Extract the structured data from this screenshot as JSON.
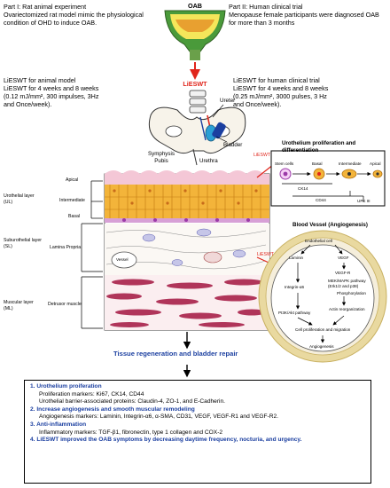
{
  "part1": {
    "title": "Part I: Rat animal experiment",
    "desc": "Ovariectomized rat model mimic the physiological condition of OHD to induce OAB."
  },
  "part2": {
    "title": "Part II: Human clinical trial",
    "desc": "Menopause female participants were diagnosed OAB for more than 3 months"
  },
  "oab_label": "OAB",
  "lieswt_center": "LiESWT",
  "animal_protocol": {
    "line1": "LiESWT for animal model",
    "line2": "LiESWT for 4 weeks and 8 weeks",
    "line3": "(0.12 mJ/mm², 300 impulses, 3Hz",
    "line4": "and Once/week)."
  },
  "human_protocol": {
    "line1": "LiESWT for human clinical trial",
    "line2": "LiESWT for 4 weeks and 8 weeks",
    "line3": "(0.25 mJ/mm², 3000 pulses, 3 Hz",
    "line4": "and Once/week)."
  },
  "anatomy": {
    "ureter": "Ureter",
    "bladder": "Bladder",
    "symphysis": "Symphysis",
    "pubis": "Pubis",
    "urethra": "Urethra"
  },
  "layers": {
    "apical": "Apical",
    "intermediate": "Intermediate",
    "basal": "Basal",
    "urothelial": "Urothelial layer",
    "ul": "(UL)",
    "suburothelial": "Suburothelial layer",
    "sl": "(SL)",
    "lamina": "Lamina Propria",
    "muscular": "Muscular layer",
    "ml": "(ML)",
    "detrusor": "Detrusor muscle",
    "vessel": "Vessel"
  },
  "urothelium_panel": {
    "title": "Urothelium proliferation and differentiation",
    "lieswt": "LiESWT",
    "stem": "Stem cells",
    "basal": "Basal",
    "intermediate": "Intermediate",
    "apical": "Apical",
    "ck14": "CK14",
    "cd44": "CD44",
    "upk": "UPK III"
  },
  "vessel_panel": {
    "title": "Blood Vessel (Angiogenesis)",
    "lieswt": "LiESWT",
    "endothelial": "Endothelial cell",
    "laminin": "Laminin",
    "vegf": "VEGF",
    "vegfr": "VEGF-R",
    "integrin": "Integrin-α6",
    "mek": "MEK/MAPK pathway",
    "erk": "(Erk1/2 and p38)",
    "phospho": "Phosphorylation",
    "pi3k": "PI3K/Akt pathway",
    "actin": "Actin reorganization",
    "cellprolif": "Cell proliferation and migration",
    "angio": "Angiogenesis"
  },
  "repair_label": "Tissue regeneration  and bladder repair",
  "summary": {
    "h1": "1. Urothelium proiferation",
    "l1a": "Proliferation markers: Ki67, CK14, CD44",
    "l1b": "Urothelial barrier-associated proteins: Claudin-4, ZO-1, and E-Cadherin.",
    "h2": "2. Increase angiogenesis and  smooth muscular remodeling",
    "l2": "Angiogenesis markers: Laminin, Integrin-α6, α-SMA, CD31, VEGF, VEGF-R1 and VEGF-R2.",
    "h3": "3. Anti-inflammation",
    "l3": "Inflammatory markers:  TGF-β1, fibronectin, type 1 collagen and COX-2",
    "h4": "4. LiESWT improved the OAB symptoms by decreasing daytime frequency, nocturia, and urgency."
  },
  "colors": {
    "red": "#e0251b",
    "blue": "#1b3fa0",
    "bladder_green": "#4a9a3a",
    "bladder_yellow": "#f5e65a",
    "cell_orange": "#f3b43a",
    "muscle": "#b0355a",
    "vessel_ring": "#e9d9a0"
  }
}
